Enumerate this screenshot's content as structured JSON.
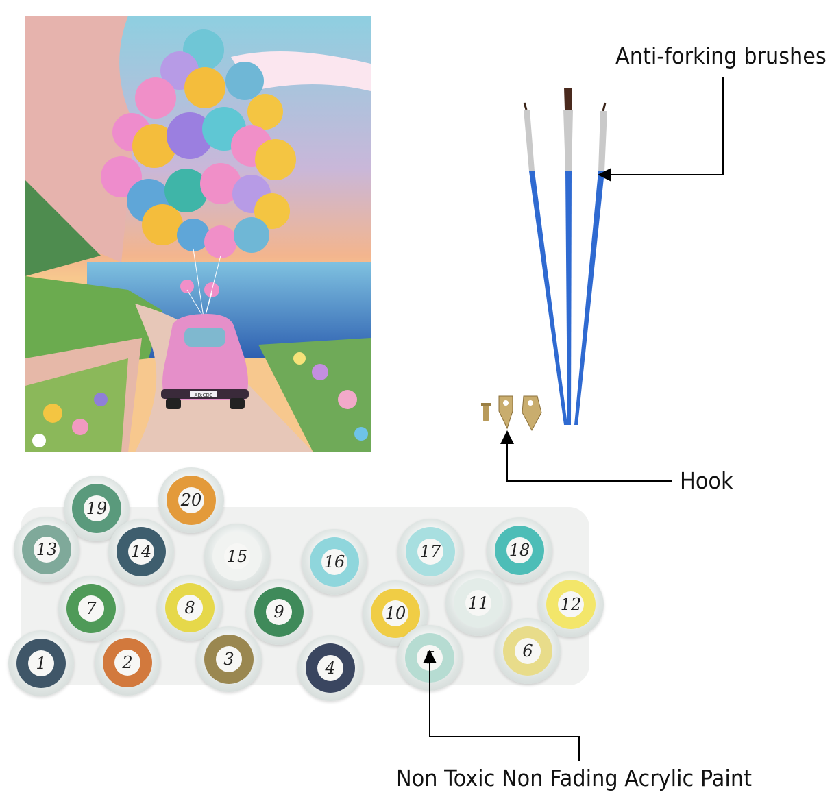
{
  "labels": {
    "brushes": "Anti-forking brushes",
    "hook": "Hook",
    "paint": "Non Toxic Non Fading Acrylic Paint"
  },
  "painting": {
    "car_plate": "AB:CDE"
  },
  "paint_pots": [
    {
      "number": "19",
      "color": "#5a9a7c"
    },
    {
      "number": "20",
      "color": "#e39a3a"
    },
    {
      "number": "13",
      "color": "#7fa99a"
    },
    {
      "number": "14",
      "color": "#3e5e6e"
    },
    {
      "number": "15",
      "color": "#f1f3f1"
    },
    {
      "number": "16",
      "color": "#8fd6dc"
    },
    {
      "number": "17",
      "color": "#a8dfe0"
    },
    {
      "number": "18",
      "color": "#4dbdb7"
    },
    {
      "number": "7",
      "color": "#4f9a58"
    },
    {
      "number": "8",
      "color": "#e6d84a"
    },
    {
      "number": "9",
      "color": "#3f8a5a"
    },
    {
      "number": "10",
      "color": "#f0cd45"
    },
    {
      "number": "11",
      "color": "#e3ece8"
    },
    {
      "number": "12",
      "color": "#f3e66a"
    },
    {
      "number": "1",
      "color": "#3f5668"
    },
    {
      "number": "2",
      "color": "#d2793d"
    },
    {
      "number": "3",
      "color": "#9a8750"
    },
    {
      "number": "4",
      "color": "#3a4660"
    },
    {
      "number": "5",
      "color": "#b6dcd2"
    },
    {
      "number": "6",
      "color": "#e8dc8a"
    }
  ]
}
